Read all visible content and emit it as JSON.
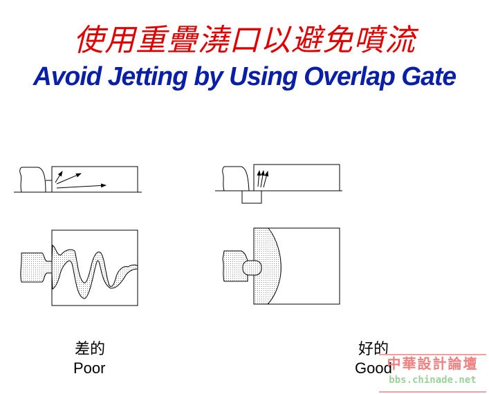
{
  "title_zh": "使用重疊澆口以避免噴流",
  "title_en": "Avoid Jetting by Using Overlap Gate",
  "poor": {
    "label_zh": "差的",
    "label_en": "Poor"
  },
  "good": {
    "label_zh": "好的",
    "label_en": "Good"
  },
  "watermark": {
    "name": "中華設計論壇",
    "url": "bbs.chinade.net"
  }
}
